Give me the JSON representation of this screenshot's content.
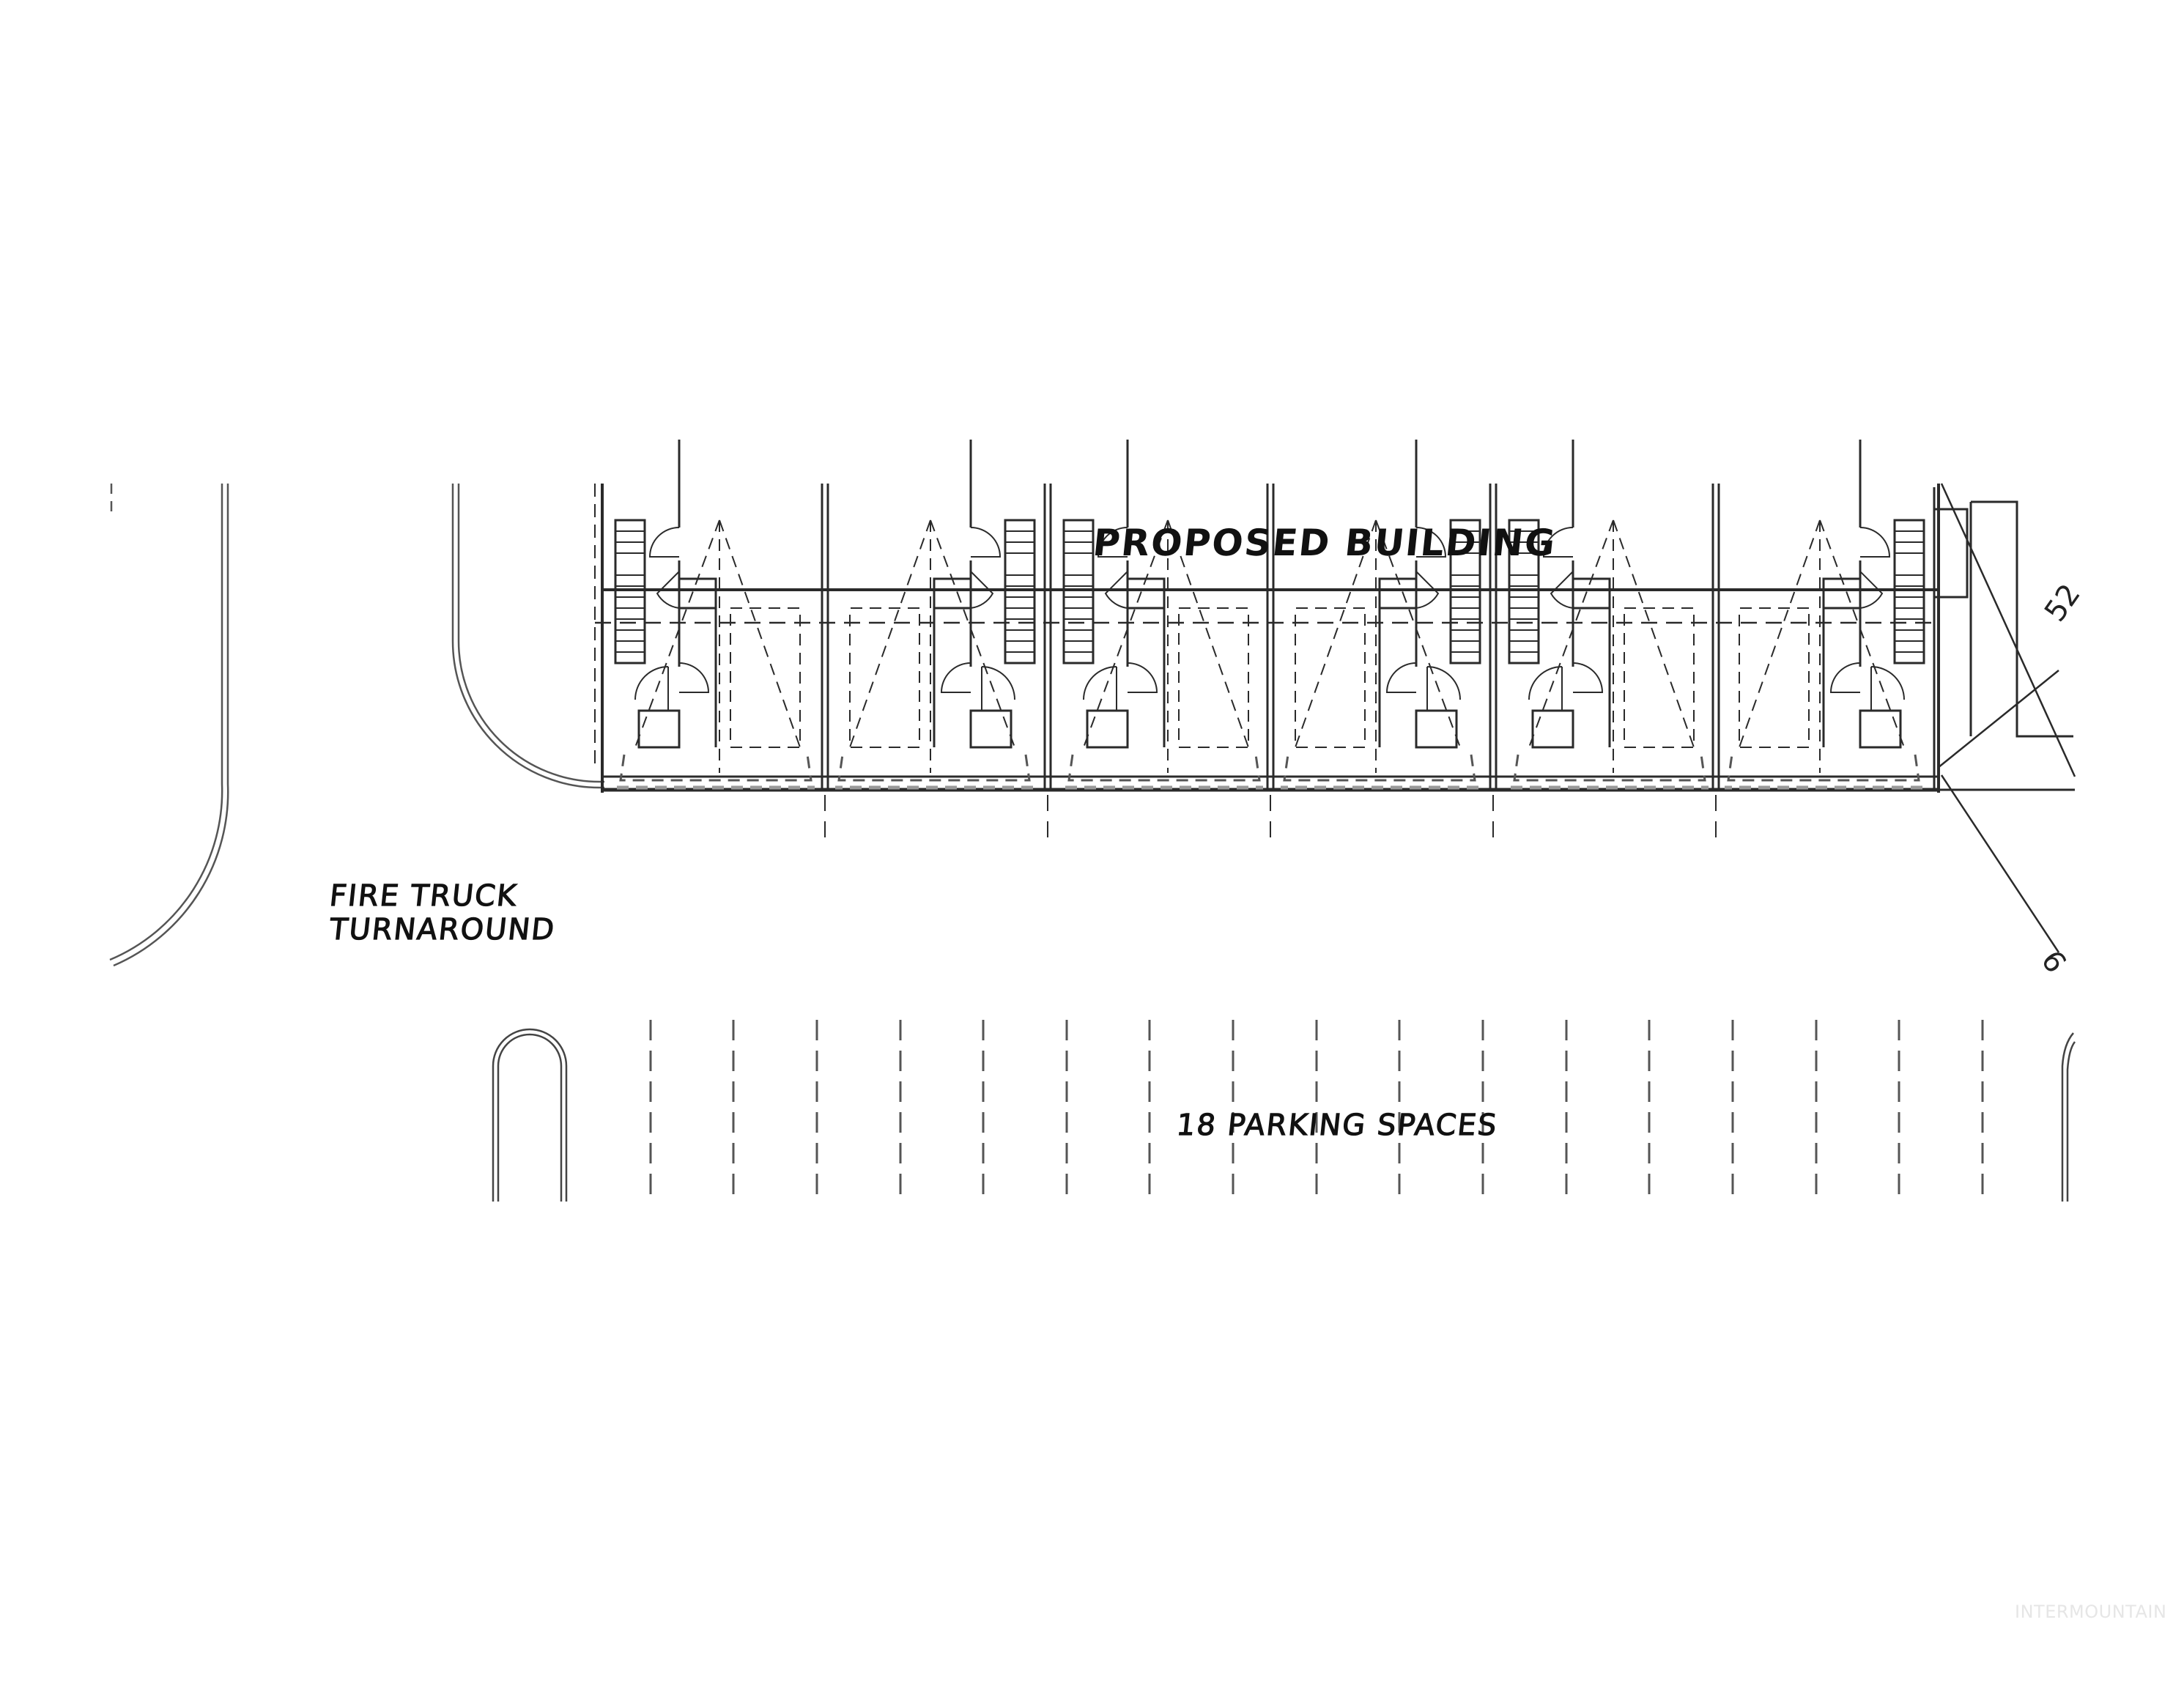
{
  "labels": {
    "building": "PROPOSED BUILDING",
    "fire_truck_line1": "FIRE TRUCK",
    "fire_truck_line2": "TURNAROUND",
    "parking": "18 PARKING SPACES"
  },
  "dimensions": {
    "dim_upper_partial": "52",
    "dim_lower_partial": "6"
  },
  "watermark": "INTERMOUNTAIN",
  "building": {
    "unit_count": 6,
    "unit_divider_x": [
      822,
      1126,
      1430,
      1734,
      2038,
      2342,
      2646
    ]
  },
  "parking": {
    "space_count": 18,
    "stripe_x": [
      888,
      1001,
      1115,
      1229,
      1342,
      1456,
      1569,
      1683,
      1797,
      1910,
      2024,
      2138,
      2251,
      2365,
      2479,
      2592,
      2706
    ]
  },
  "colors": {
    "line": "#2a2a2a",
    "light_line": "#8a8a8a",
    "background": "#ffffff",
    "watermark": "#e6e6e6"
  }
}
